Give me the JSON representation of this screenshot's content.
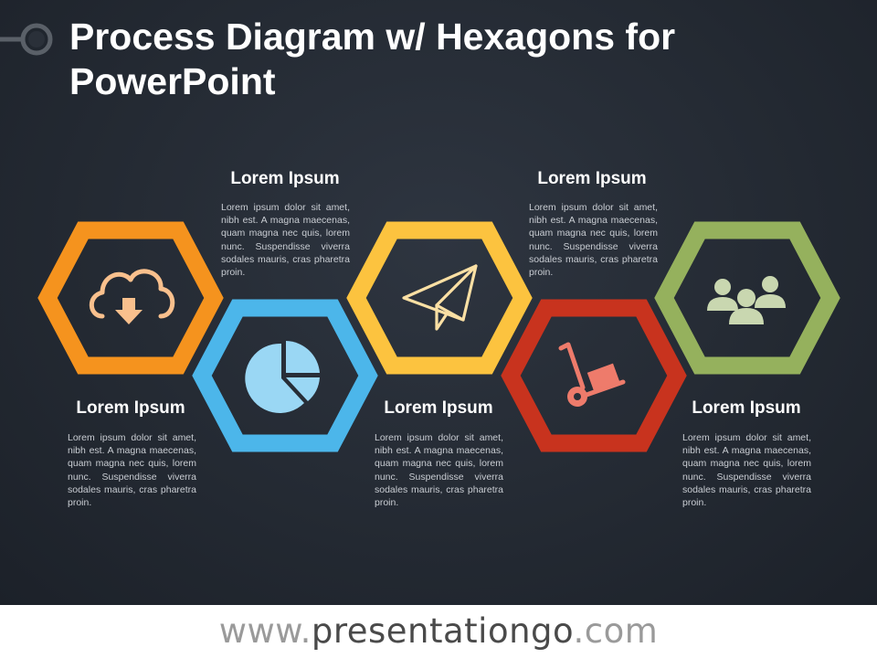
{
  "title": "Process Diagram w/ Hexagons for PowerPoint",
  "steps": [
    {
      "heading": "Lorem Ipsum",
      "body": "Lorem ipsum dolor sit amet, nibh est. A magna maecenas, quam magna nec quis, lorem nunc. Suspendisse viverra sodales mauris, cras pharetra proin.",
      "color": "#f5931e",
      "icon": "cloud-download-icon",
      "icon_color": "#f9c08d"
    },
    {
      "heading": "Lorem Ipsum",
      "body": "Lorem ipsum dolor sit amet, nibh est. A magna maecenas, quam magna nec quis, lorem nunc. Suspendisse viverra sodales mauris, cras pharetra proin.",
      "color": "#4cb6ea",
      "icon": "pie-chart-icon",
      "icon_color": "#9ad7f4"
    },
    {
      "heading": "Lorem Ipsum",
      "body": "Lorem ipsum dolor sit amet, nibh est. A magna maecenas, quam magna nec quis, lorem nunc. Suspendisse viverra sodales mauris, cras pharetra proin.",
      "color": "#fcc33f",
      "icon": "paper-plane-icon",
      "icon_color": "#fbe0a4"
    },
    {
      "heading": "Lorem Ipsum",
      "body": "Lorem ipsum dolor sit amet, nibh est. A magna maecenas, quam magna nec quis, lorem nunc. Suspendisse viverra sodales mauris, cras pharetra proin.",
      "color": "#c8331e",
      "icon": "hand-truck-icon",
      "icon_color": "#ee7b6b"
    },
    {
      "heading": "Lorem Ipsum",
      "body": "Lorem ipsum dolor sit amet, nibh est. A magna maecenas, quam magna nec quis, lorem nunc. Suspendisse viverra sodales mauris, cras pharetra proin.",
      "color": "#95b15d",
      "icon": "group-icon",
      "icon_color": "#c9d7b0"
    }
  ],
  "footer": {
    "prefix": "www.",
    "brand": "presentationgo",
    "suffix": ".com"
  }
}
